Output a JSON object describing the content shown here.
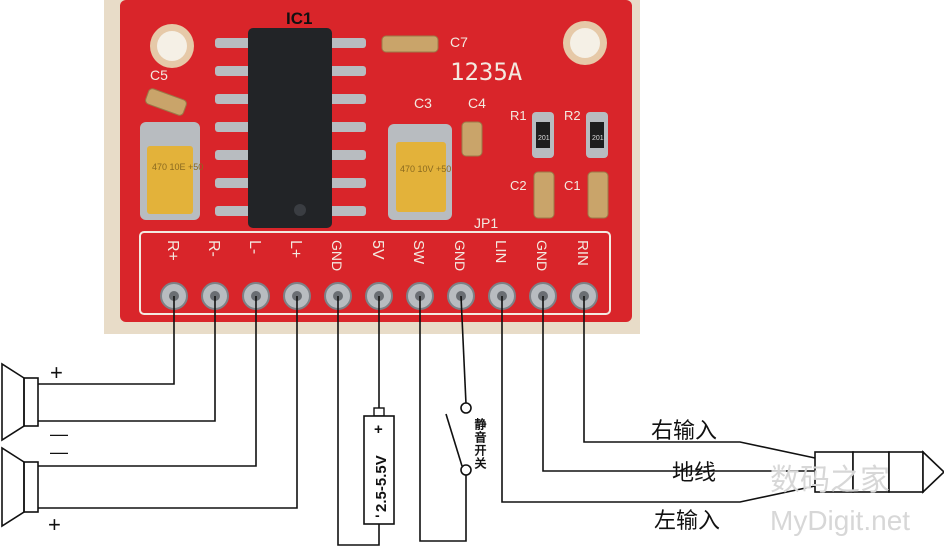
{
  "board": {
    "ic_label": "IC1",
    "model": "1235A",
    "jp_label": "JP1",
    "cap_labels": [
      "C5",
      "C7",
      "C3",
      "C4",
      "C2",
      "C1"
    ],
    "res_labels": [
      "R1",
      "R2"
    ],
    "res_codes": [
      "201",
      "201"
    ],
    "cap_marks": [
      "470 10E +50",
      "470 10V +50"
    ],
    "pins": [
      "R+",
      "R-",
      "L-",
      "L+",
      "GND",
      "5V",
      "SW",
      "GND",
      "LIN",
      "GND",
      "RIN"
    ]
  },
  "wiring": {
    "speaker_top_plus": "+",
    "speaker_top_minus": "—",
    "speaker_bot_minus": "—",
    "speaker_bot_plus": "+",
    "battery_label": "2.5-5.5V",
    "battery_plus": "+",
    "battery_minus": "-",
    "mute_switch_label": "静音开关",
    "right_input": "右输入",
    "ground_wire": "地线",
    "left_input": "左输入"
  },
  "watermark": {
    "cn": "数码之家",
    "en": "MyDigit.net"
  },
  "colors": {
    "pcb_red": "#d9252a",
    "pcb_edge": "#e8dcc8",
    "solder": "#b8bcc0",
    "chip": "#222427",
    "tantalum": "#e3b23a",
    "wire": "#111111"
  }
}
